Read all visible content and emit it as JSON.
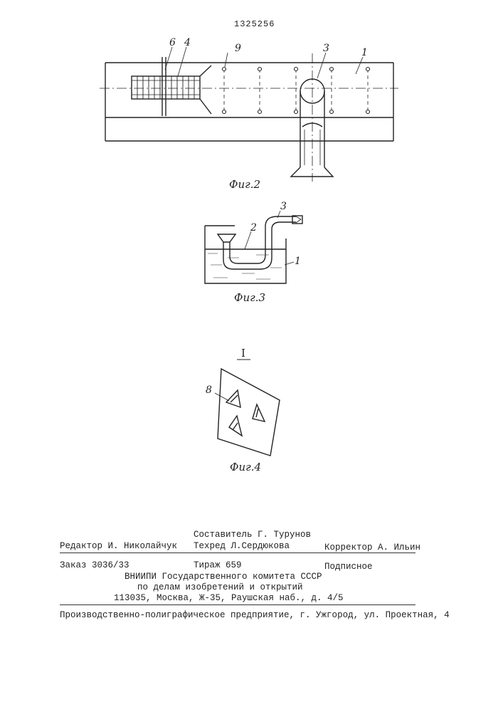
{
  "patent_number": "1325256",
  "figures": {
    "fig2": {
      "caption": "Фиг.2",
      "labels": [
        "6",
        "4",
        "9",
        "3",
        "1"
      ]
    },
    "fig3": {
      "caption": "Фиг.3",
      "labels": [
        "3",
        "2",
        "1"
      ]
    },
    "fig4": {
      "caption": "Фиг.4",
      "view_label": "I",
      "labels": [
        "8"
      ]
    }
  },
  "imprint": {
    "editor": "Редактор И. Николайчук",
    "compiler": "Составитель Г. Турунов",
    "techred": "Техред Л.Сердюкова",
    "corrector": "Корректор А. Ильин",
    "order": "Заказ 3036/33",
    "circulation": "Тираж 659",
    "subscription": "Подписное",
    "org_line1": "ВНИИПИ Государственного комитета СССР",
    "org_line2": "по делам изобретений и открытий",
    "org_line3": "113035, Москва, Ж-35, Раушская наб., д. 4/5",
    "printer": "Производственно-полиграфическое предприятие, г. Ужгород, ул. Проектная, 4"
  }
}
